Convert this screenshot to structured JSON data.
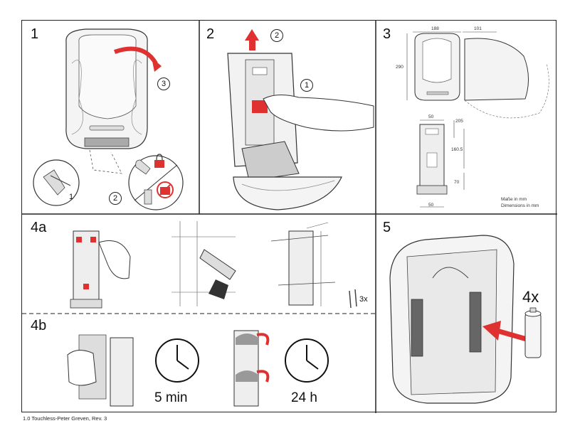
{
  "steps": {
    "s1": "1",
    "s2": "2",
    "s3": "3",
    "s4a": "4a",
    "s4b": "4b",
    "s5": "5"
  },
  "callouts": {
    "c1_rotate": "3",
    "c1_key": "1",
    "c1_pull": "2",
    "c2_lift": "2",
    "c2_press": "1"
  },
  "dimensions": {
    "width": "188",
    "depth": "101",
    "height": "290",
    "plate_width_top": "50",
    "plate_height": "160.5",
    "plate_lower": "70",
    "plate_width_bottom": "50",
    "projection": "205",
    "units_de": "Maße in mm",
    "units_en": "Dimensions in mm"
  },
  "labels": {
    "screws": "3x",
    "batteries": "4x",
    "wait1": "5 min",
    "wait2": "24 h"
  },
  "footer": "1.0 Touchless-Peter Greven, Rev. 3",
  "colors": {
    "accent_red": "#e03131",
    "line": "#222222"
  }
}
